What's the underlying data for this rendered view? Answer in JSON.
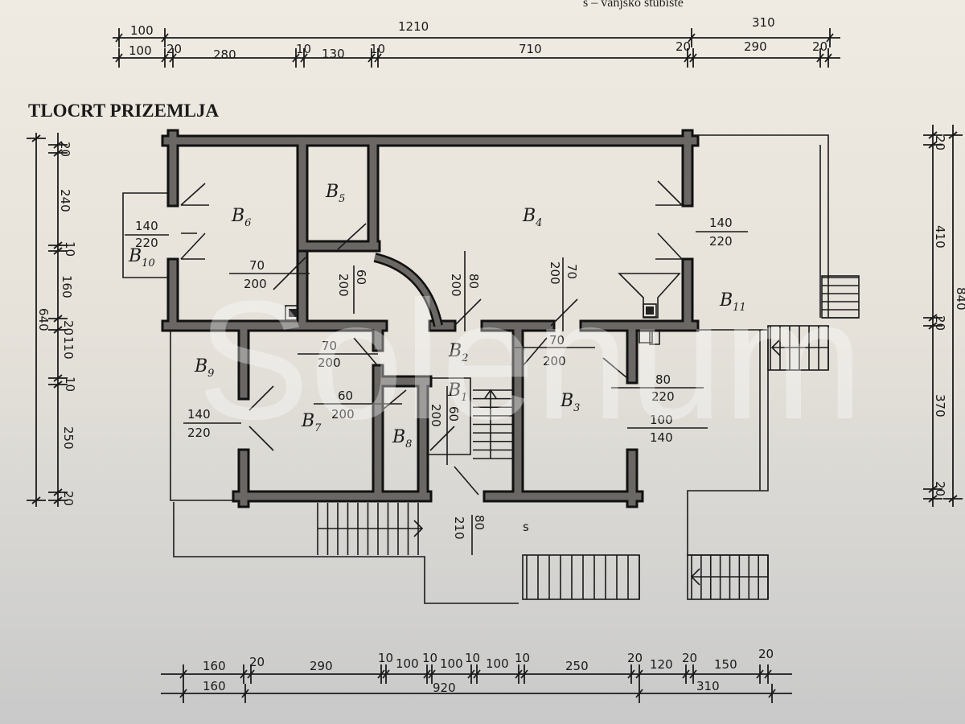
{
  "title": "TLOCRT PRIZEMLJA",
  "legend_note": "s – vanjsko stubište",
  "watermark": "Solenum",
  "top_dims": {
    "overall": [
      "100",
      "1210",
      "310"
    ],
    "detail": [
      "100",
      "20",
      "280",
      "10",
      "130",
      "10",
      "710",
      "20",
      "290",
      "20"
    ]
  },
  "bottom_dims": {
    "detail": [
      "160",
      "20",
      "290",
      "10",
      "100",
      "10",
      "100",
      "10",
      "100",
      "10",
      "250",
      "20",
      "120",
      "20",
      "150",
      "20"
    ],
    "overall": [
      "160",
      "920",
      "310"
    ]
  },
  "left_dims": {
    "detail": [
      "20",
      "240",
      "10",
      "160",
      "20",
      "110",
      "10",
      "250",
      "20"
    ],
    "overall": "640"
  },
  "right_dims": {
    "detail": [
      "20",
      "410",
      "20",
      "370",
      "20"
    ],
    "overall": "840"
  },
  "rooms": {
    "b1": "B",
    "b1_n": "1",
    "b2": "B",
    "b2_n": "2",
    "b3": "B",
    "b3_n": "3",
    "b4": "B",
    "b4_n": "4",
    "b5": "B",
    "b5_n": "5",
    "b6": "B",
    "b6_n": "6",
    "b7": "B",
    "b7_n": "7",
    "b8": "B",
    "b8_n": "8",
    "b9": "B",
    "b9_n": "9",
    "b10": "B",
    "b10_n": "10",
    "b11": "B",
    "b11_n": "11",
    "stairs": "s"
  },
  "openings": {
    "b10_window": {
      "w": "140",
      "h": "220"
    },
    "b6_door": {
      "w": "70",
      "h": "200"
    },
    "b5_door": {
      "w": "60",
      "h": "200"
    },
    "b4_door_left": {
      "w": "80",
      "h": "200"
    },
    "b4_door_right": {
      "w": "70",
      "h": "200"
    },
    "b4_window": {
      "w": "140",
      "h": "220"
    },
    "b7_door_top": {
      "w": "70",
      "h": "200"
    },
    "b3_door_top": {
      "w": "70",
      "h": "200"
    },
    "b7_door_mid": {
      "w": "60",
      "h": "200"
    },
    "b9_window": {
      "w": "140",
      "h": "220"
    },
    "b1_door": {
      "w": "60",
      "h": "200"
    },
    "b3_window_top": {
      "w": "80",
      "h": "220"
    },
    "b3_window_bottom": {
      "w": "100",
      "h": "140"
    },
    "entrance_door": {
      "w": "80",
      "h": "210"
    }
  }
}
